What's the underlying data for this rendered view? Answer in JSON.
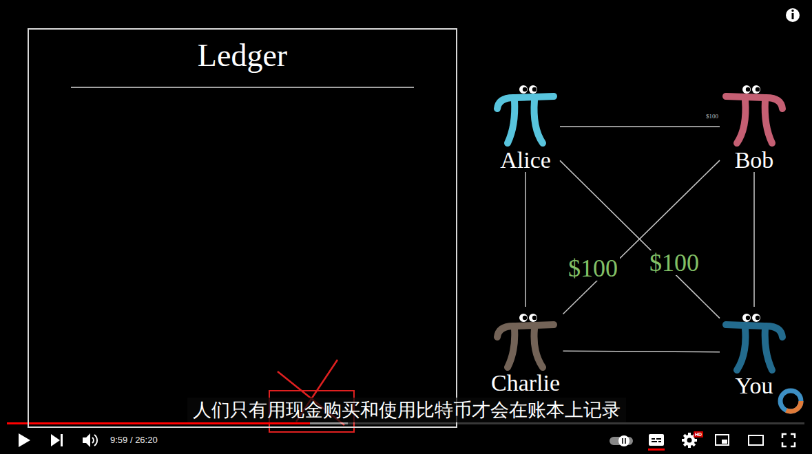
{
  "diagram": {
    "nodes": [
      {
        "text": [
          "Ledger"
        ]
      },
      {
        "text": [
          "Alice"
        ]
      },
      {
        "text": [
          "Bob"
        ]
      },
      {
        "text": [
          "Charlie"
        ]
      },
      {
        "text": [
          "You"
        ]
      }
    ],
    "edges": [
      {
        "from": 1,
        "to": 2,
        "label": "$100",
        "arrow": "none"
      },
      {
        "from": 1,
        "to": 3,
        "arrow": "none"
      },
      {
        "from": 1,
        "to": 4,
        "label": "$100",
        "arrow": "none"
      },
      {
        "from": 2,
        "to": 3,
        "label": "$100",
        "arrow": "none"
      },
      {
        "from": 2,
        "to": 4,
        "arrow": "none"
      },
      {
        "from": 3,
        "to": 4,
        "arrow": "none"
      }
    ],
    "labels": [
      "人们只有用现金购买和使用比特币才会在账本上记录",
      "9:59 / 26:20",
      "HD"
    ]
  }
}
